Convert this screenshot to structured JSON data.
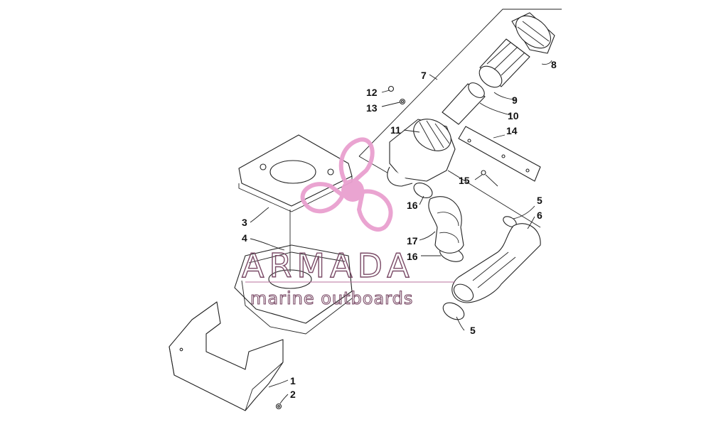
{
  "diagram": {
    "callouts": [
      {
        "id": "1",
        "label": "1"
      },
      {
        "id": "2",
        "label": "2"
      },
      {
        "id": "3",
        "label": "3"
      },
      {
        "id": "4",
        "label": "4"
      },
      {
        "id": "5a",
        "label": "5"
      },
      {
        "id": "5b",
        "label": "5"
      },
      {
        "id": "6",
        "label": "6"
      },
      {
        "id": "7",
        "label": "7"
      },
      {
        "id": "8",
        "label": "8"
      },
      {
        "id": "9",
        "label": "9"
      },
      {
        "id": "10",
        "label": "10"
      },
      {
        "id": "11",
        "label": "11"
      },
      {
        "id": "12",
        "label": "12"
      },
      {
        "id": "13",
        "label": "13"
      },
      {
        "id": "14",
        "label": "14"
      },
      {
        "id": "15",
        "label": "15"
      },
      {
        "id": "16a",
        "label": "16"
      },
      {
        "id": "16b",
        "label": "16"
      },
      {
        "id": "17",
        "label": "17"
      }
    ]
  },
  "watermark": {
    "brand": "ARMADA",
    "tagline": "marine outboards",
    "logo_color": "#e9a0cf",
    "text_color": "#7a4a66"
  }
}
